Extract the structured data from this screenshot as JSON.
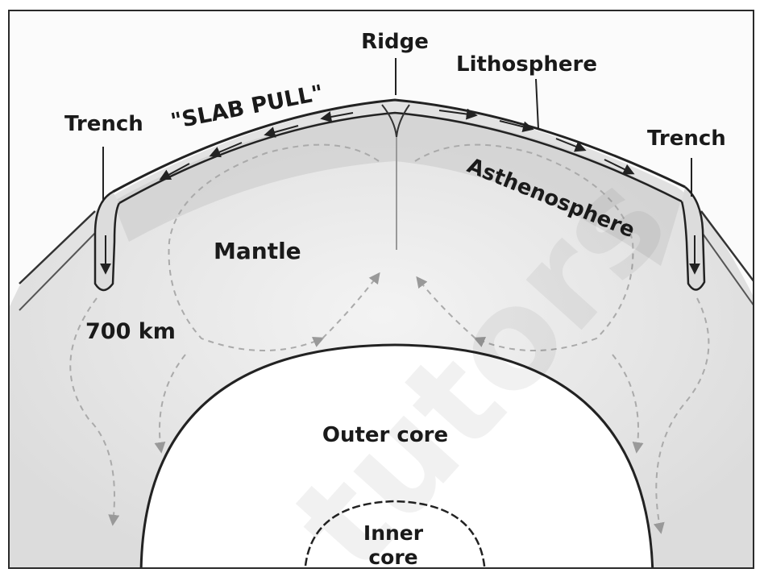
{
  "labels": {
    "ridge": "Ridge",
    "lithosphere": "Lithosphere",
    "slab_pull": "\"SLAB PULL\"",
    "trench_left": "Trench",
    "trench_right": "Trench",
    "asthenosphere": "Asthenosphere",
    "mantle": "Mantle",
    "depth": "700 km",
    "outer_core": "Outer core",
    "inner_core_line1": "Inner",
    "inner_core_line2": "core"
  },
  "watermark": "tutors"
}
